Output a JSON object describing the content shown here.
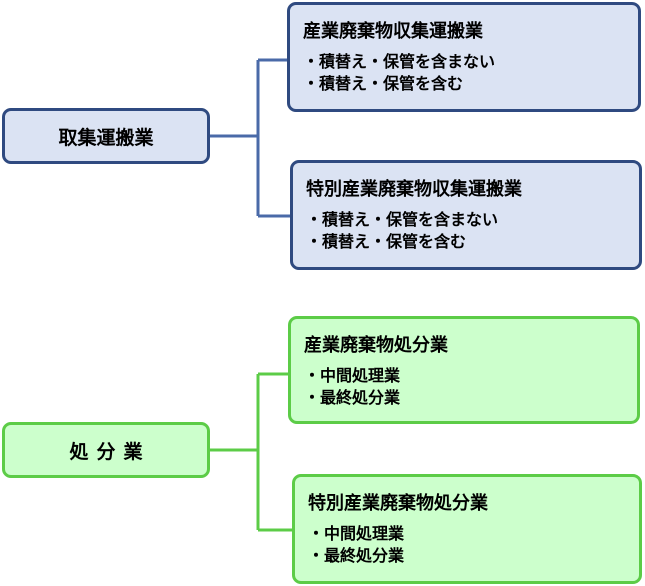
{
  "groups": {
    "transport": {
      "root_label": "取集運搬業",
      "children": [
        {
          "title": "産業廃棄物収集運搬業",
          "items": [
            "積替え・保管を含まない",
            "積替え・保管を含む"
          ]
        },
        {
          "title": "特別産業廃棄物収集運搬業",
          "items": [
            "積替え・保管を含まない",
            "積替え・保管を含む"
          ]
        }
      ]
    },
    "disposal": {
      "root_label": "処分業",
      "children": [
        {
          "title": "産業廃棄物処分業",
          "items": [
            "中間処理業",
            "最終処分業"
          ]
        },
        {
          "title": "特別産業廃棄物処分業",
          "items": [
            "中間処理業",
            "最終処分業"
          ]
        }
      ]
    }
  },
  "colors": {
    "blue_fill": "#dbe3f3",
    "blue_border": "#2f4a80",
    "blue_connector": "#4a6aa8",
    "green_fill": "#ccffcc",
    "green_border": "#5ccc47",
    "green_connector": "#5ccc47"
  }
}
